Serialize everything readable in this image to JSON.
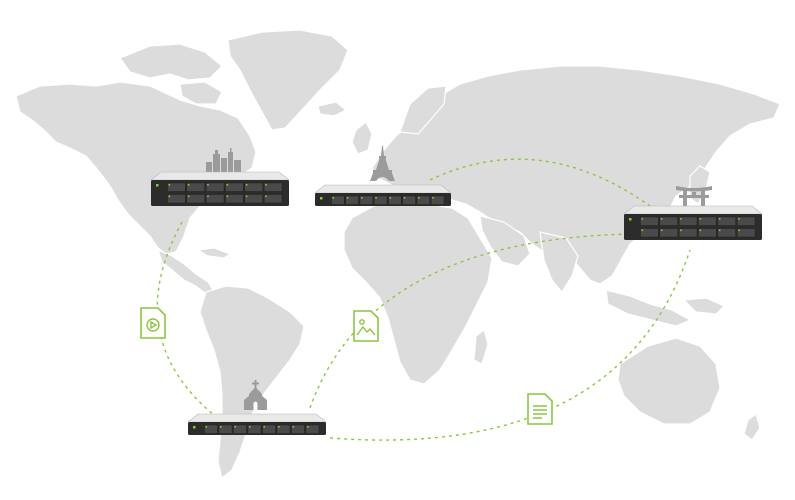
{
  "colors": {
    "land": "#dcdcdc",
    "route": "#8cc63f",
    "server_body": "#2c2c2c",
    "server_led": "#7ed321",
    "landmark": "#9b9b9b",
    "background": "#ffffff"
  },
  "servers": [
    {
      "name": "server-north-america",
      "landmark_icon": "skyline-icon",
      "bays": 12
    },
    {
      "name": "server-europe",
      "landmark_icon": "eiffel-tower-icon",
      "bays": 8
    },
    {
      "name": "server-asia",
      "landmark_icon": "torii-gate-icon",
      "bays": 12
    },
    {
      "name": "server-south-america",
      "landmark_icon": "church-icon",
      "bays": 8
    }
  ],
  "file_icons": [
    "video-file-icon",
    "image-file-icon",
    "document-file-icon"
  ]
}
